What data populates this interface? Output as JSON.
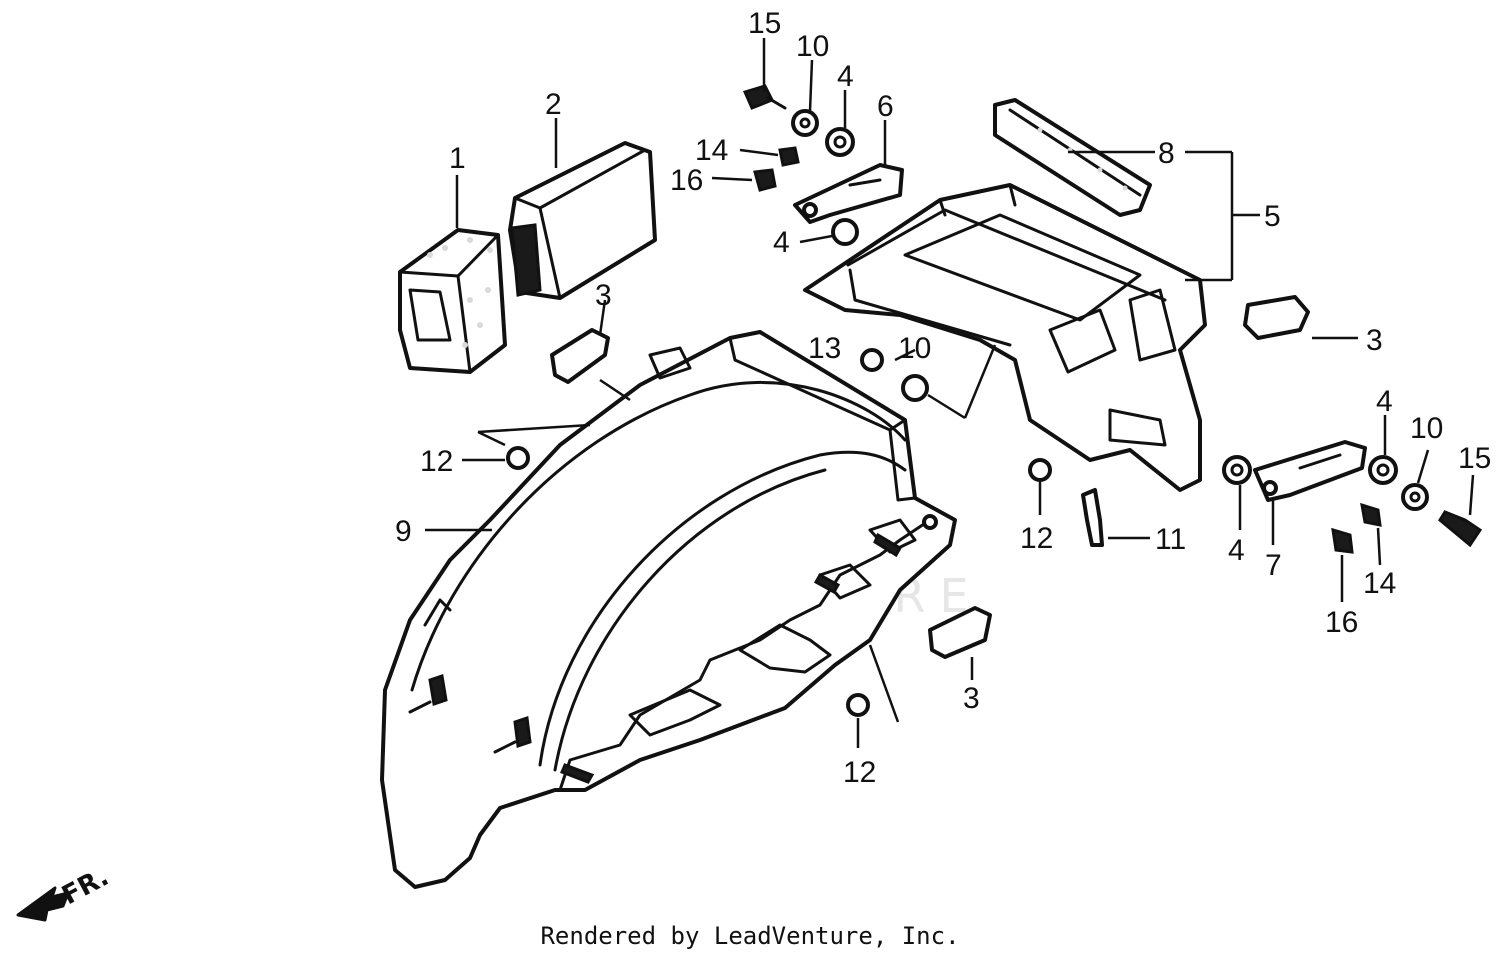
{
  "watermark": {
    "text": "LEADVENTURE"
  },
  "direction_marker": {
    "label": "FR."
  },
  "footer": {
    "credit": "Rendered by LeadVenture, Inc."
  },
  "callouts": {
    "c1": "1",
    "c2": "2",
    "c3a": "3",
    "c3b": "3",
    "c3c": "3",
    "c4a": "4",
    "c4b": "4",
    "c4c": "4",
    "c4d": "4",
    "c5": "5",
    "c6": "6",
    "c7": "7",
    "c8": "8",
    "c9": "9",
    "c10a": "10",
    "c10b": "10",
    "c10c": "10",
    "c11": "11",
    "c12a": "12",
    "c12b": "12",
    "c12c": "12",
    "c13": "13",
    "c14a": "14",
    "c14b": "14",
    "c15a": "15",
    "c15b": "15",
    "c16a": "16",
    "c16b": "16"
  }
}
